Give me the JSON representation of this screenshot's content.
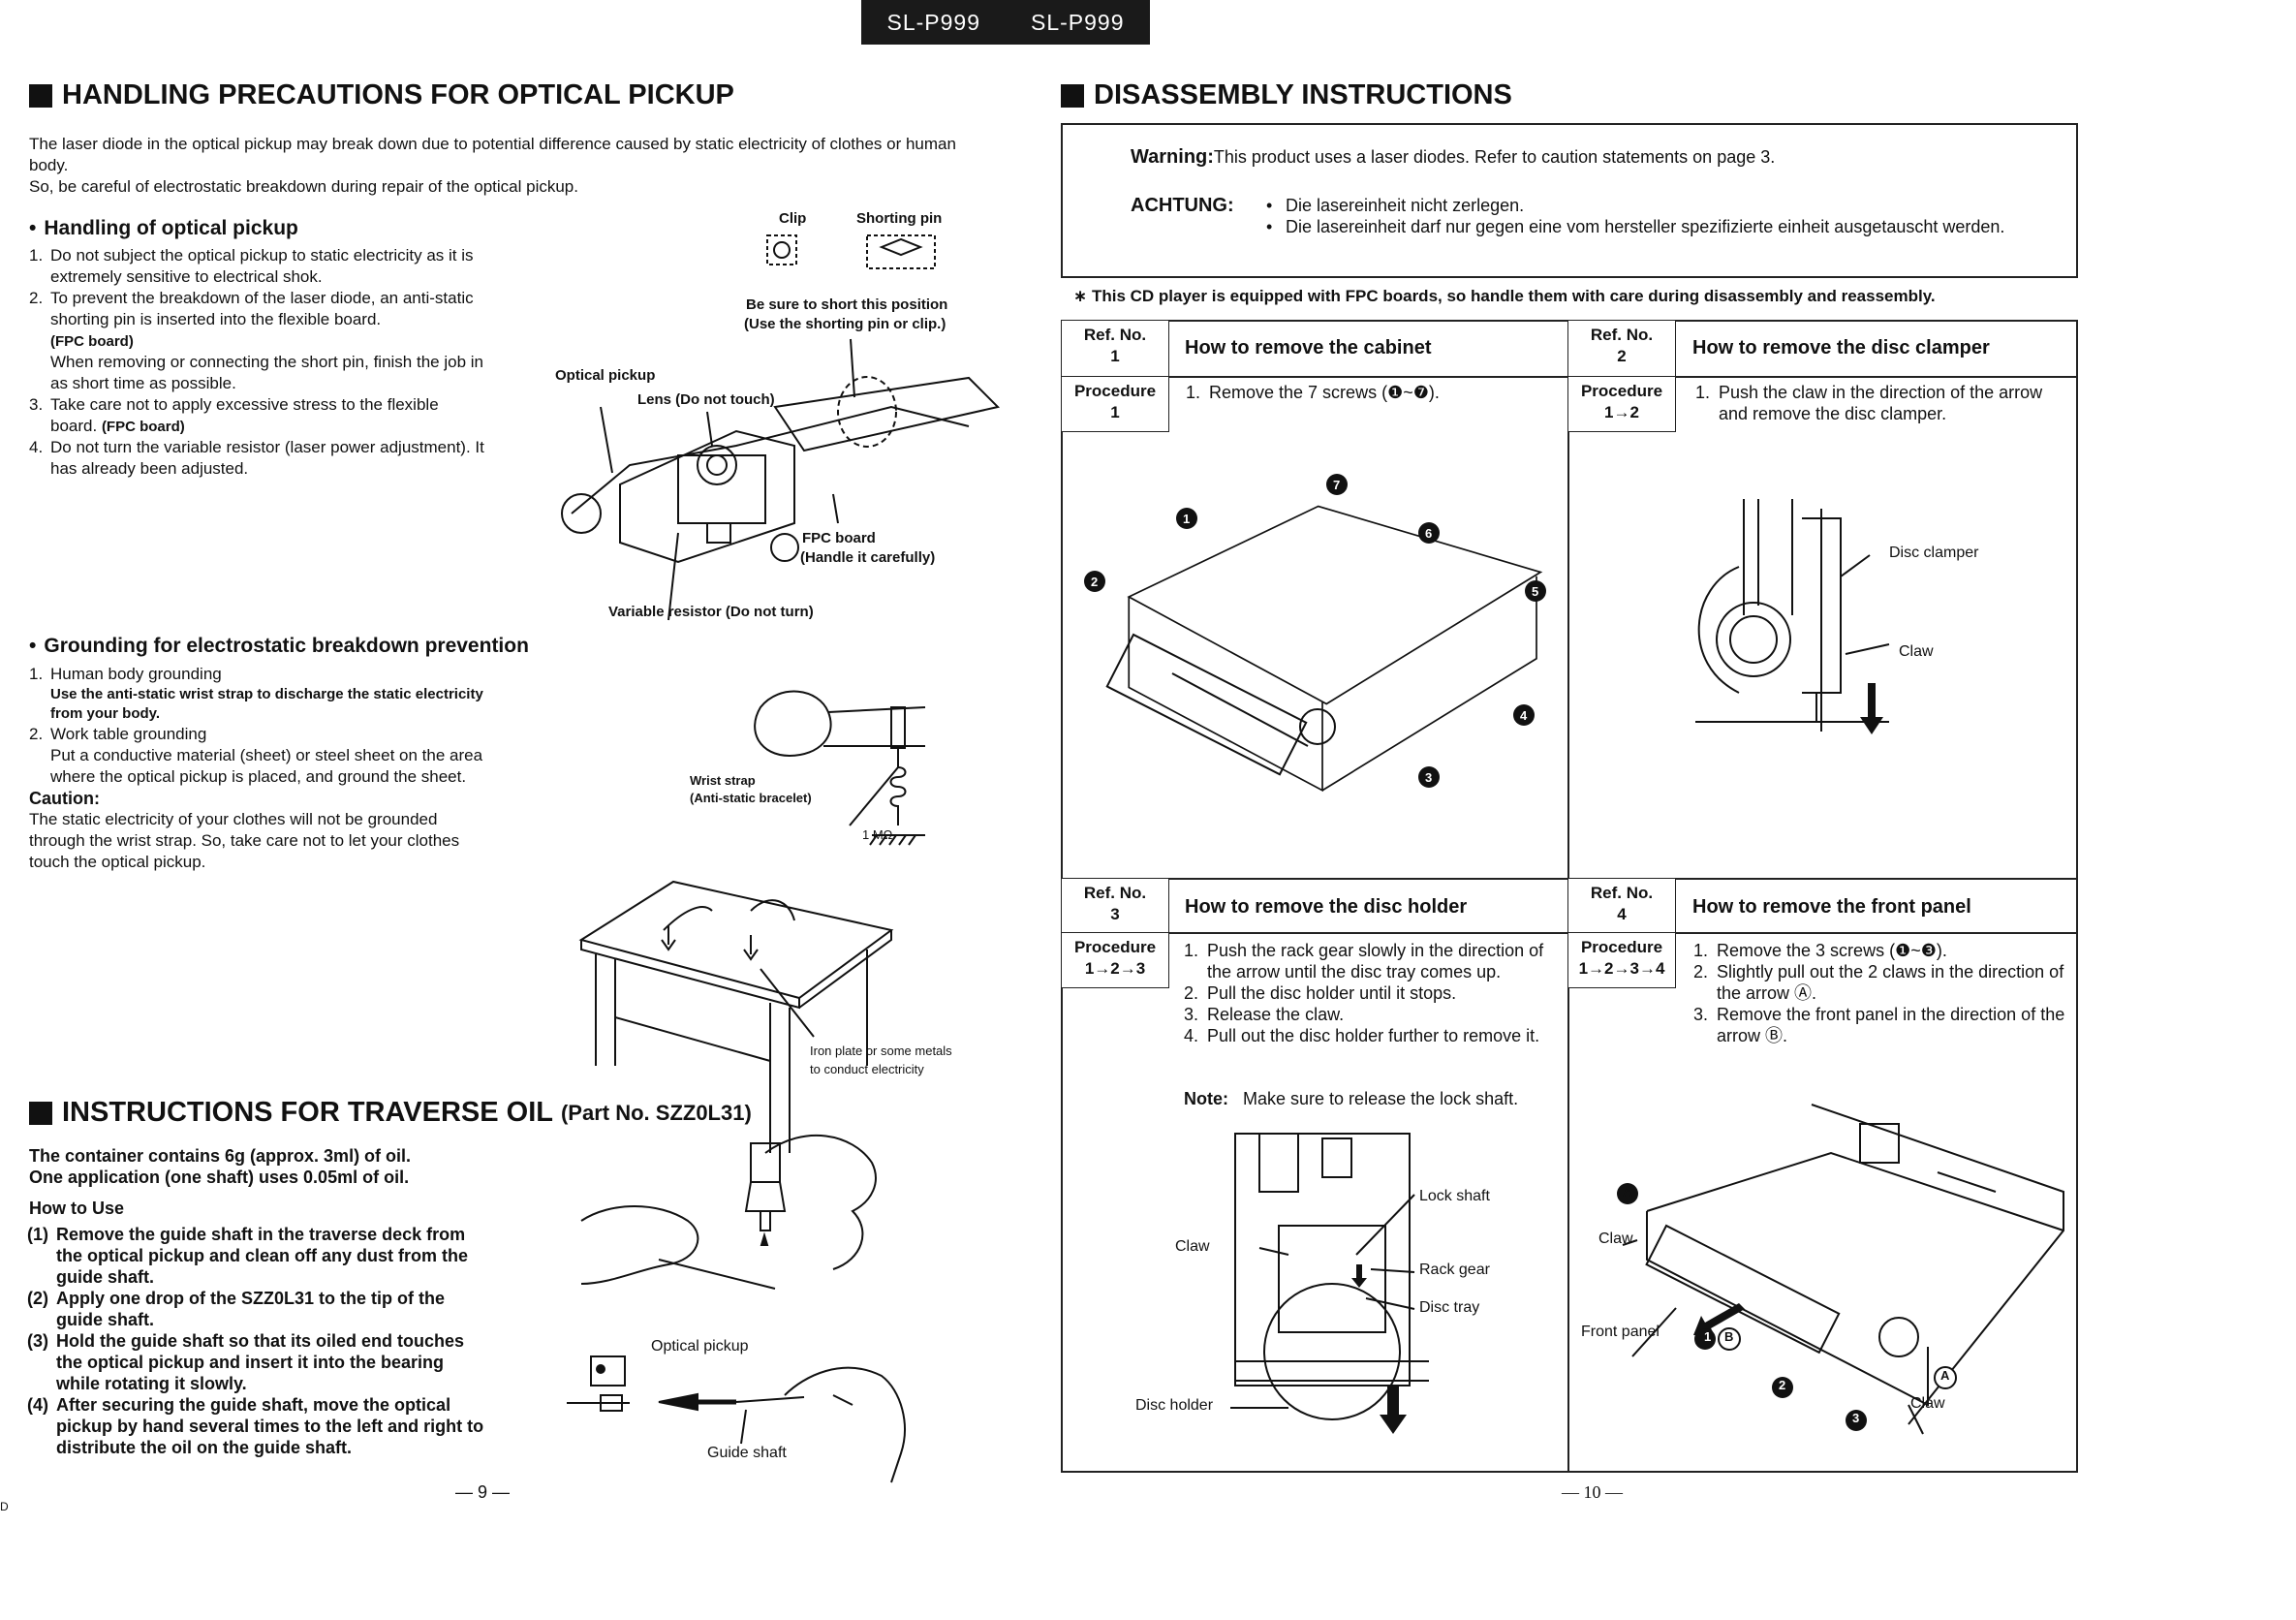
{
  "header": {
    "model_left": "SL-P999",
    "model_right": "SL-P999"
  },
  "left": {
    "handling": {
      "title": "HANDLING PRECAUTIONS FOR OPTICAL PICKUP",
      "intro1": "The laser diode in the optical pickup may break down due to potential difference caused by static electricity of clothes or human body.",
      "intro2": "So, be careful of electrostatic breakdown during repair of the optical pickup.",
      "sub_title": "Handling of optical pickup",
      "items": [
        {
          "n": "1.",
          "text": "Do not subject the optical pickup to static electricity as it is extremely sensitive to electrical shok."
        },
        {
          "n": "2.",
          "text": "To prevent the breakdown of the laser diode, an anti-static shorting pin is inserted into the flexible board.",
          "bold": "(FPC board)",
          "extra": "When removing or connecting the short pin, finish the job in as short time as possible."
        },
        {
          "n": "3.",
          "text": "Take care not to apply excessive stress to the flexible board.",
          "bold": "(FPC board)"
        },
        {
          "n": "4.",
          "text": "Do not turn the variable resistor (laser power adjustment). It has already been adjusted."
        }
      ],
      "fig": {
        "clip": "Clip",
        "shorting_pin": "Shorting pin",
        "be_sure": "Be sure to short this position",
        "use_pin": "(Use the shorting pin or clip.)",
        "optical_pickup": "Optical pickup",
        "lens": "Lens (Do not touch)",
        "fpc": "FPC board",
        "handle": "(Handle it carefully)",
        "variable": "Variable resistor (Do not turn)"
      }
    },
    "grounding": {
      "sub_title": "Grounding for electrostatic breakdown prevention",
      "item1_n": "1.",
      "item1": "Human body grounding",
      "item1_note": "Use the anti-static wrist strap to discharge the static electricity from your body.",
      "item2_n": "2.",
      "item2": "Work table grounding",
      "item2_text": "Put a conductive material (sheet) or steel sheet on the area where the optical pickup is placed, and ground the sheet.",
      "caution_label": "Caution:",
      "caution": "The static electricity of your clothes will not be grounded through the wrist strap. So, take care not to let your clothes touch the optical pickup.",
      "fig": {
        "wrist": "Wrist strap",
        "bracelet": "(Anti-static bracelet)",
        "mohm": "1 MΩ",
        "iron1": "Iron plate or some metals",
        "iron2": "to conduct electricity"
      }
    },
    "oil": {
      "title": "INSTRUCTIONS FOR TRAVERSE OIL",
      "part": "(Part No. SZZ0L31)",
      "line1": "The container contains 6g (approx. 3ml) of oil.",
      "line2": "One application (one shaft) uses 0.05ml of oil.",
      "how": "How to Use",
      "steps": [
        {
          "n": "(1)",
          "text": "Remove the guide shaft in the traverse deck from the optical pickup and clean off any dust from the guide shaft."
        },
        {
          "n": "(2)",
          "text": "Apply one drop of the SZZ0L31 to the tip of the guide shaft."
        },
        {
          "n": "(3)",
          "text": "Hold the guide shaft so that its oiled end touches the optical pickup and insert it into the bearing while rotating it slowly."
        },
        {
          "n": "(4)",
          "text": "After securing the guide shaft, move the optical pickup by hand several times to the left and right to distribute the oil on the guide shaft."
        }
      ],
      "fig": {
        "optical_pickup": "Optical pickup",
        "guide_shaft": "Guide shaft"
      }
    },
    "page_no": "— 9 —",
    "corner": "D"
  },
  "right": {
    "title": "DISASSEMBLY INSTRUCTIONS",
    "warning_label": "Warning:",
    "warning_text": "This product uses a laser diodes.   Refer to caution statements on page 3.",
    "achtung_label": "ACHTUNG:",
    "achtung_1": "Die lasereinheit nicht zerlegen.",
    "achtung_2": "Die lasereinheit darf nur gegen eine vom hersteller spezifizierte einheit ausgetauscht werden.",
    "fpc_note": "∗ This CD player is equipped with FPC boards, so handle them with care during disassembly and reassembly.",
    "ref_label": "Ref. No.",
    "proc_label": "Procedure",
    "cells": [
      {
        "ref": "1",
        "title": "How to remove the cabinet",
        "proc": "1",
        "steps": [
          "Remove the 7 screws (❶~❼)."
        ]
      },
      {
        "ref": "2",
        "title": "How to remove the disc clamper",
        "proc": "1→2",
        "steps": [
          "Push the claw in the direction of the arrow and remove the disc clamper."
        ]
      },
      {
        "ref": "3",
        "title": "How to remove the disc holder",
        "proc": "1→2→3",
        "steps": [
          "Push the rack gear slowly in the direction of the arrow until the disc tray comes up.",
          "Pull the disc holder until it stops.",
          "Release the claw.",
          "Pull out the disc holder further to remove it."
        ],
        "note_label": "Note:",
        "note": "Make sure to release the lock shaft."
      },
      {
        "ref": "4",
        "title": "How to remove the front panel",
        "proc": "1→2→3→4",
        "steps": [
          "Remove the 3 screws (❶~❸).",
          "Slightly pull out the 2 claws in the direction of the arrow Ⓐ.",
          "Remove the front panel in the direction of the arrow Ⓑ."
        ]
      }
    ],
    "fig_labels": {
      "disc_clamper": "Disc clamper",
      "claw": "Claw",
      "lock_shaft": "Lock shaft",
      "rack_gear": "Rack gear",
      "disc_tray": "Disc tray",
      "disc_holder": "Disc holder",
      "front_panel": "Front panel",
      "a": "A",
      "b": "B",
      "screws": [
        "1",
        "2",
        "3",
        "4",
        "5",
        "6",
        "7"
      ]
    },
    "page_no": "— 10 —"
  }
}
